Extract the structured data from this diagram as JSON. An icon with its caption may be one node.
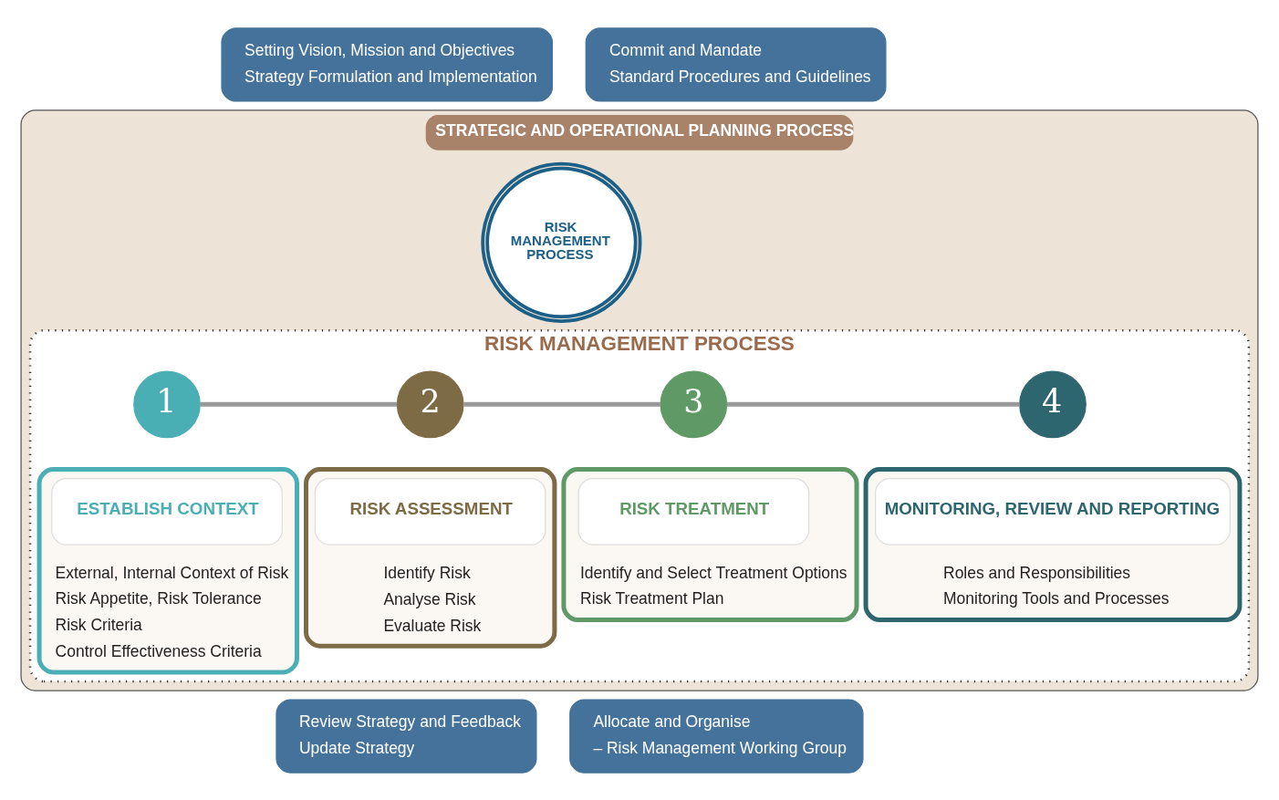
{
  "diagram": {
    "nodes": [
      {
        "text": [
          "STRATEGIC AND OPERATIONAL PLANNING PROCESS"
        ]
      },
      {
        "text": [
          "Setting Vision, Mission and Objectives",
          "Strategy Formulation and Implementation"
        ]
      },
      {
        "text": [
          "Commit and Mandate",
          "Standard Procedures and Guidelines"
        ]
      },
      {
        "text": [
          "RISK MANAGEMENT PROCESS"
        ],
        "in": 0
      },
      {
        "text": [
          "RISK MANAGEMENT PROCESS"
        ],
        "in": 0
      },
      {
        "text": [
          "1"
        ],
        "in": 4
      },
      {
        "text": [
          "External, Internal Context of Risk",
          "Risk Appetite, Risk Tolerance",
          "Risk Criteria",
          "Control Effectiveness Criteria"
        ],
        "in": 4
      },
      {
        "text": [
          "ESTABLISH CONTEXT"
        ],
        "in": 6
      },
      {
        "text": [
          "2"
        ],
        "in": 4
      },
      {
        "text": [
          "Identify Risk",
          "Analyse Risk",
          "Evaluate Risk"
        ],
        "in": 4
      },
      {
        "text": [
          "RISK ASSESSMENT"
        ],
        "in": 9
      },
      {
        "text": [
          "3"
        ],
        "in": 4
      },
      {
        "text": [
          "Identify and Select Treatment Options",
          "Risk Treatment Plan"
        ],
        "in": 4
      },
      {
        "text": [
          "RISK TREATMENT"
        ],
        "in": 12
      },
      {
        "text": [
          "4"
        ],
        "in": 4
      },
      {
        "text": [
          "Roles and Responsibilities",
          "Monitoring Tools and Processes"
        ],
        "in": 4
      },
      {
        "text": [
          "MONITORING, REVIEW AND REPORTING"
        ],
        "in": 15
      },
      {
        "text": [
          "Review Strategy and Feedback",
          "Update Strategy"
        ]
      },
      {
        "text": [
          "Allocate and Organise",
          "– Risk Management Working Group"
        ]
      }
    ],
    "edges": [
      {
        "from": 5,
        "to": 8,
        "arrow": "none"
      },
      {
        "from": 8,
        "to": 11,
        "arrow": "none"
      },
      {
        "from": 11,
        "to": 14,
        "arrow": "none"
      }
    ]
  }
}
